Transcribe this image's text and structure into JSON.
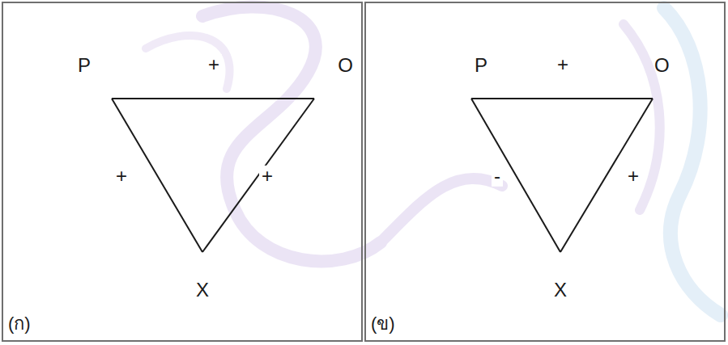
{
  "diagram": {
    "nodes": [
      {
        "text": [
          "(ก)"
        ]
      },
      {
        "text": [
          "P"
        ],
        "in": 0
      },
      {
        "text": [
          "O"
        ],
        "in": 0
      },
      {
        "text": [
          "X"
        ],
        "in": 0
      },
      {
        "text": [
          "(ข)"
        ]
      },
      {
        "text": [
          "P"
        ],
        "in": 4
      },
      {
        "text": [
          "O"
        ],
        "in": 4
      },
      {
        "text": [
          "X"
        ],
        "in": 4
      }
    ],
    "edges": [
      {
        "from": 1,
        "to": 2,
        "arrow": "none",
        "label": "+"
      },
      {
        "from": 1,
        "to": 3,
        "arrow": "none",
        "label": "+"
      },
      {
        "from": 2,
        "to": 3,
        "arrow": "none",
        "label": "+"
      },
      {
        "from": 5,
        "to": 6,
        "arrow": "none",
        "label": "+"
      },
      {
        "from": 5,
        "to": 7,
        "arrow": "none",
        "label": "-"
      },
      {
        "from": 6,
        "to": 7,
        "arrow": "none",
        "label": "+"
      }
    ]
  }
}
